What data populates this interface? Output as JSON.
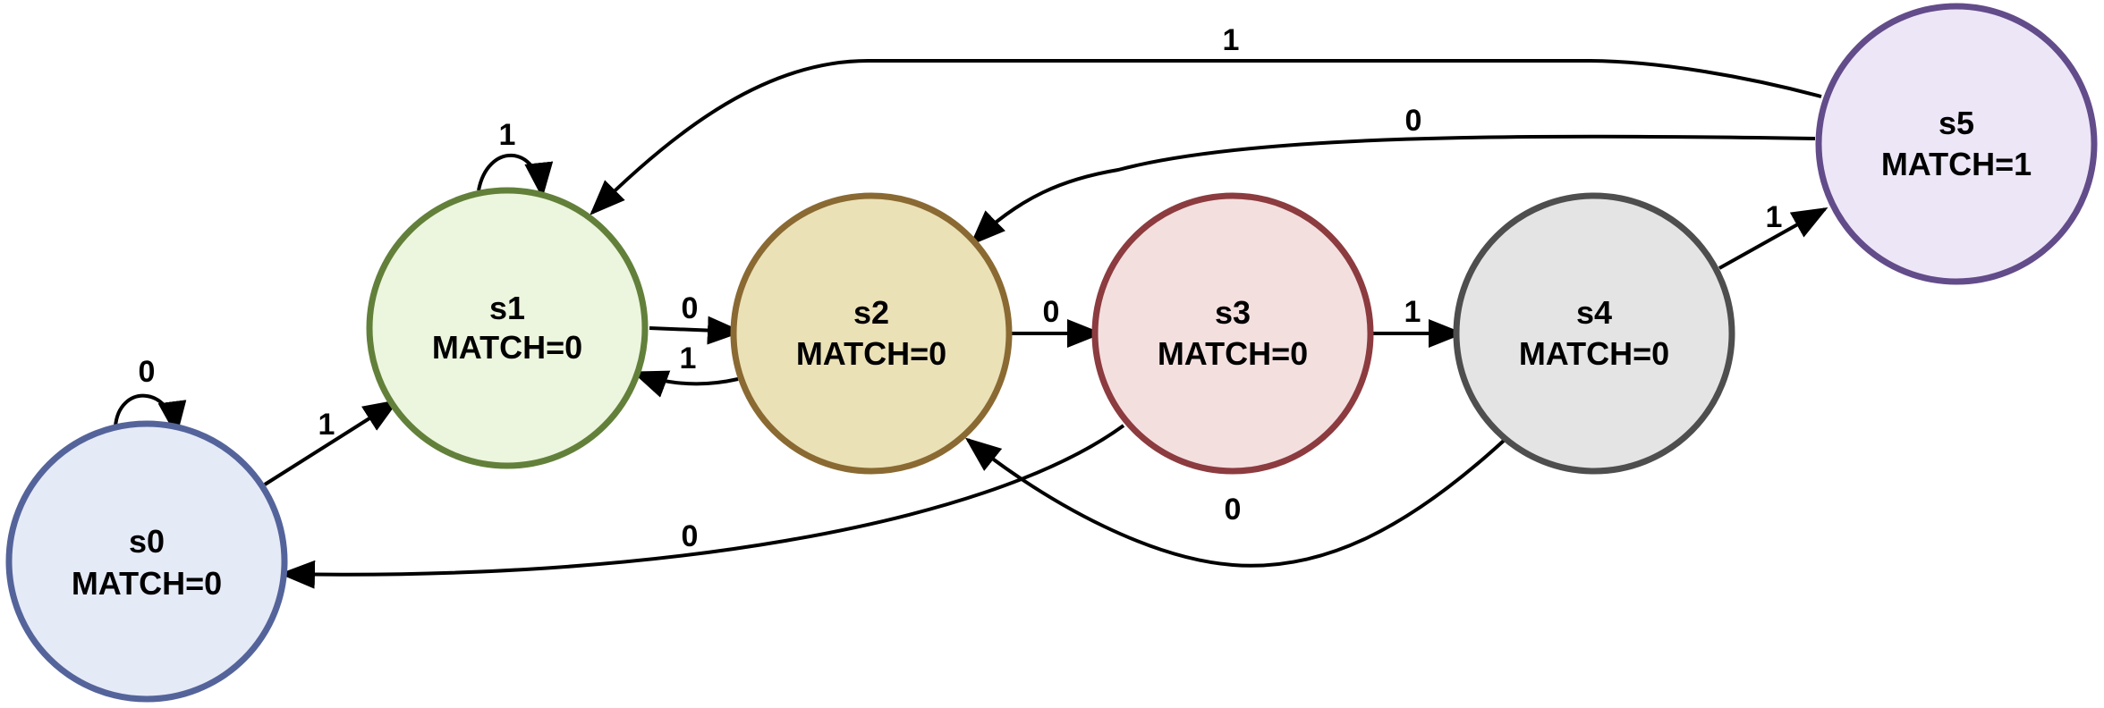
{
  "states": [
    {
      "id": "s0",
      "name": "s0",
      "output": "MATCH=0",
      "fill": "#e5eaf7",
      "stroke": "#54649b"
    },
    {
      "id": "s1",
      "name": "s1",
      "output": "MATCH=0",
      "fill": "#ecf5dd",
      "stroke": "#62803a"
    },
    {
      "id": "s2",
      "name": "s2",
      "output": "MATCH=0",
      "fill": "#ebe1b7",
      "stroke": "#8a6a32"
    },
    {
      "id": "s3",
      "name": "s3",
      "output": "MATCH=0",
      "fill": "#f4dfdf",
      "stroke": "#8c3b3f"
    },
    {
      "id": "s4",
      "name": "s4",
      "output": "MATCH=0",
      "fill": "#e4e4e4",
      "stroke": "#4e4e4e"
    },
    {
      "id": "s5",
      "name": "s5",
      "output": "MATCH=1",
      "fill": "#ede6f7",
      "stroke": "#634c8a"
    }
  ],
  "transitions": [
    {
      "from": "s0",
      "to": "s0",
      "label": "0"
    },
    {
      "from": "s0",
      "to": "s1",
      "label": "1"
    },
    {
      "from": "s1",
      "to": "s1",
      "label": "1"
    },
    {
      "from": "s1",
      "to": "s2",
      "label": "0"
    },
    {
      "from": "s2",
      "to": "s1",
      "label": "1"
    },
    {
      "from": "s2",
      "to": "s3",
      "label": "0"
    },
    {
      "from": "s3",
      "to": "s4",
      "label": "1"
    },
    {
      "from": "s3",
      "to": "s0",
      "label": "0"
    },
    {
      "from": "s4",
      "to": "s5",
      "label": "1"
    },
    {
      "from": "s4",
      "to": "s2",
      "label": "0"
    },
    {
      "from": "s5",
      "to": "s1",
      "label": "1"
    },
    {
      "from": "s5",
      "to": "s2",
      "label": "0"
    }
  ]
}
